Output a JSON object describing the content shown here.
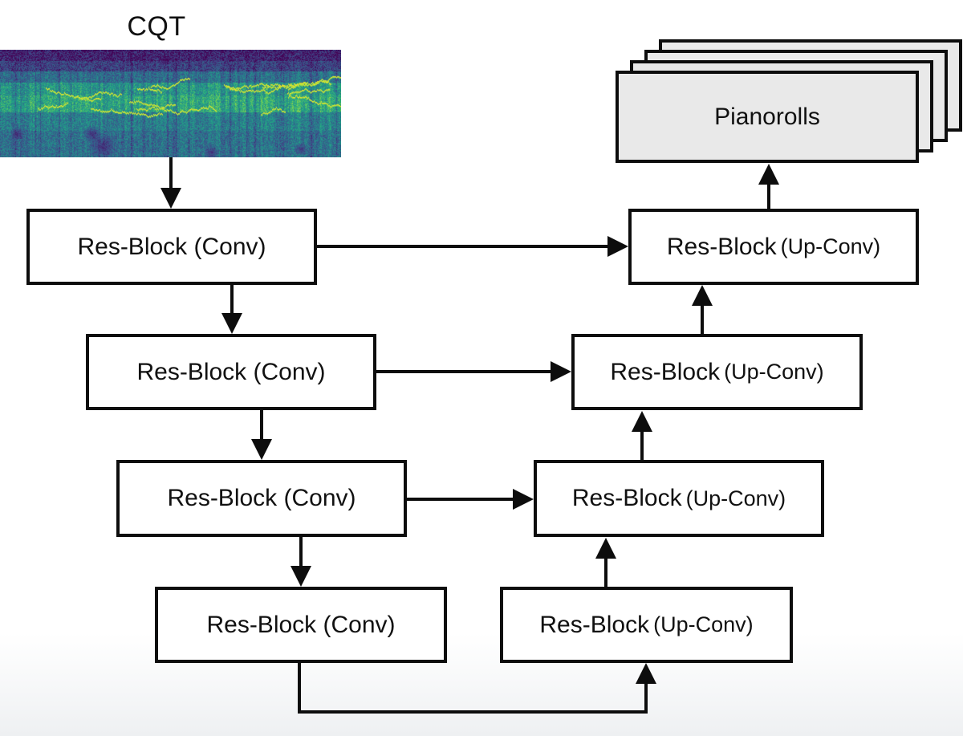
{
  "diagram": {
    "input": {
      "label": "CQT"
    },
    "output": {
      "label": "Pianorolls",
      "layer_count": 4
    },
    "encoder": [
      {
        "label": "Res-Block (Conv)"
      },
      {
        "label": "Res-Block (Conv)"
      },
      {
        "label": "Res-Block (Conv)"
      },
      {
        "label": "Res-Block (Conv)"
      }
    ],
    "decoder": [
      {
        "main": "Res-Block",
        "sub": "(Up-Conv)"
      },
      {
        "main": "Res-Block",
        "sub": "(Up-Conv)"
      },
      {
        "main": "Res-Block",
        "sub": "(Up-Conv)"
      },
      {
        "main": "Res-Block",
        "sub": "(Up-Conv)"
      }
    ],
    "colors": {
      "box_border": "#0d0d0d",
      "box_fill": "#ffffff",
      "pianoroll_fill": "#e9e9e9",
      "arrow": "#0d0d0d",
      "background": "#ffffff",
      "text": "#111111"
    },
    "spectrogram": {
      "name": "cqt-spectrogram",
      "colormap": "viridis",
      "colormap_stops": [
        "#440154",
        "#414487",
        "#2a788e",
        "#22a884",
        "#7ad151",
        "#fde725"
      ]
    }
  }
}
